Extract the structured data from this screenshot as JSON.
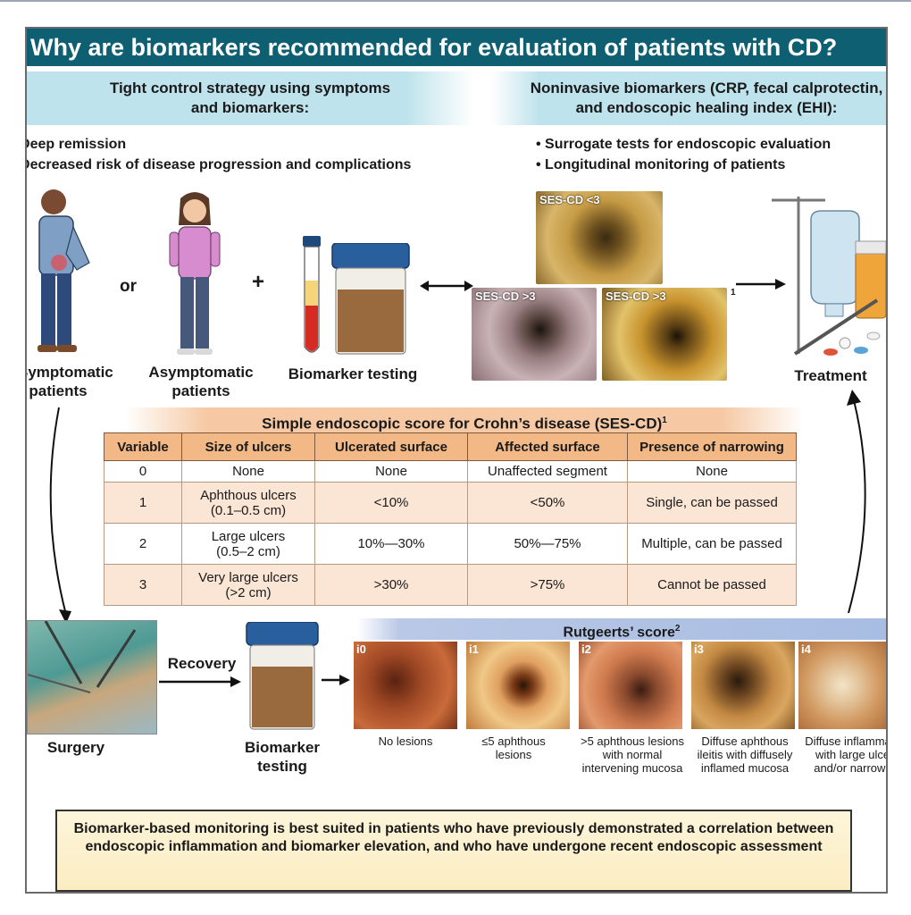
{
  "title": "Why are biomarkers recommended for evaluation of patients with CD?",
  "left_header": {
    "line1": "Tight control strategy using symptoms",
    "line2": "and biomarkers:"
  },
  "right_header": {
    "line1": "Noninvasive biomarkers (CRP, fecal calprotectin,",
    "line2": "and endoscopic healing index (EHI):"
  },
  "left_bullets": [
    "• Deep remission",
    "• Decreased risk of disease progression and complications"
  ],
  "right_bullets": [
    "• Surrogate tests for endoscopic evaluation",
    "• Longitudinal monitoring of patients"
  ],
  "figures": {
    "symptomatic": "Symptomatic patients",
    "or": "or",
    "asymptomatic": "Asymptomatic patients",
    "plus": "+",
    "biomarker_testing": "Biomarker testing",
    "treatment": "Treatment",
    "surgery": "Surgery",
    "recovery": "Recovery",
    "biomarker_testing_2": "Biomarker testing"
  },
  "scope_images": {
    "top": "SES-CD <3",
    "bottom_left": "SES-CD >3",
    "bottom_right": "SES-CD >3",
    "ref": "1"
  },
  "ses_table": {
    "title": "Simple endoscopic score for Crohn’s disease (SES-CD)",
    "title_ref": "1",
    "columns": [
      "Variable",
      "Size of ulcers",
      "Ulcerated surface",
      "Affected surface",
      "Presence of narrowing"
    ],
    "rows": [
      [
        "0",
        "None",
        "None",
        "Unaffected segment",
        "None"
      ],
      [
        "1",
        "Aphthous ulcers (0.1–0.5 cm)",
        "<10%",
        "<50%",
        "Single, can be passed"
      ],
      [
        "2",
        "Large ulcers (0.5–2 cm)",
        "10%—30%",
        "50%—75%",
        "Multiple, can be passed"
      ],
      [
        "3",
        "Very large ulcers (>2 cm)",
        ">30%",
        ">75%",
        "Cannot be passed"
      ]
    ]
  },
  "rutgeerts": {
    "title": "Rutgeerts’ score",
    "title_ref": "2",
    "items": [
      {
        "tag": "i0",
        "caption": "No lesions",
        "color": "#b5552b"
      },
      {
        "tag": "i1",
        "caption": "≤5 aphthous lesions",
        "color": "#d3873d"
      },
      {
        "tag": "i2",
        "caption": ">5 aphthous lesions with normal intervening mucosa",
        "color": "#c06a3c"
      },
      {
        "tag": "i3",
        "caption": "Diffuse aphthous ileitis with diffusely inflamed mucosa",
        "color": "#b67a3c"
      },
      {
        "tag": "i4",
        "caption": "Diffuse inflammation with large ulcers and/or narrowing",
        "color": "#d5a777"
      }
    ]
  },
  "conclusion": "Biomarker-based monitoring is best suited in patients who have previously demonstrated a correlation between endoscopic inflammation and biomarker elevation, and who have undergone recent endoscopic assessment",
  "colors": {
    "title_bg": "#0f5f73",
    "subheader_bg": "#bfe3ec",
    "table_header": "#f2b886",
    "rut_header": "#a8bde3"
  }
}
